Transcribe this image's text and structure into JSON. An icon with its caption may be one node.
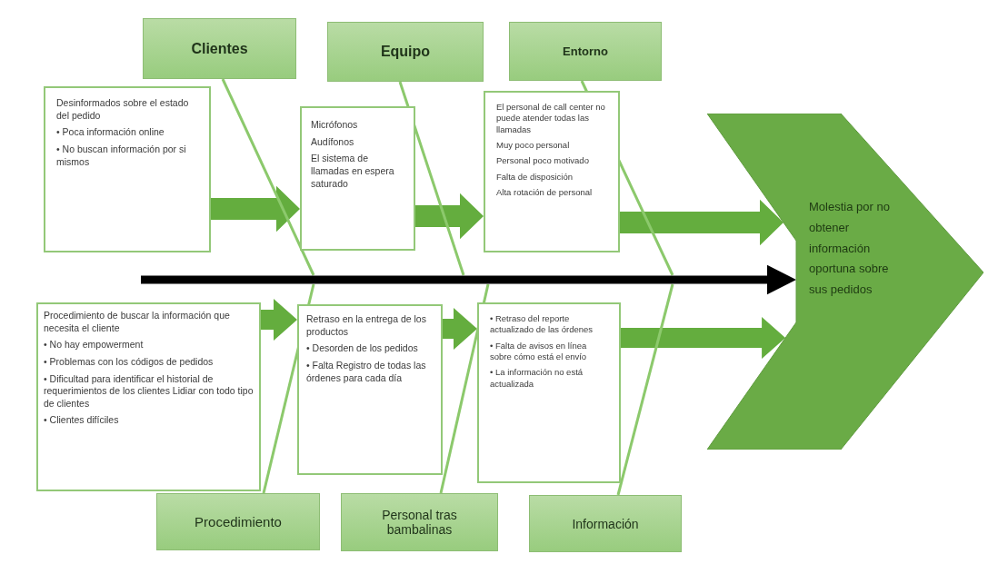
{
  "diagram": {
    "nodes": [
      {
        "text": [
          "Clientes"
        ]
      },
      {
        "text": [
          "Equipo"
        ]
      },
      {
        "text": [
          "Entorno"
        ]
      },
      {
        "text": [
          "Desinformados sobre el estado del pedido",
          "• Poca información online",
          "• No buscan información por si mismos"
        ]
      },
      {
        "text": [
          "Micrófonos",
          "Audífonos",
          "El sistema de llamadas en espera saturado"
        ]
      },
      {
        "text": [
          "El personal de call center no puede atender todas las llamadas",
          "Muy poco personal",
          "Personal poco motivado",
          "Falta de disposición",
          "Alta rotación de personal"
        ]
      },
      {
        "text": [
          "Molestia por no obtener información oportuna sobre sus pedidos"
        ]
      },
      {
        "text": [
          "Procedimiento de buscar la información que necesita el cliente",
          "• No hay empowerment",
          "• Problemas con los códigos de pedidos",
          "• Dificultad para identificar el historial de requerimientos de los clientes Lidiar con todo tipo de clientes",
          "• Clientes difíciles"
        ]
      },
      {
        "text": [
          "Retraso en la entrega de los productos",
          "• Desorden de los pedidos",
          "• Falta Registro de todas las órdenes para cada día"
        ]
      },
      {
        "text": [
          "• Retraso del reporte actualizado de las órdenes",
          "• Falta de avisos en línea sobre cómo está el envío",
          "• La información no está actualizada"
        ]
      },
      {
        "text": [
          "Procedimiento"
        ]
      },
      {
        "text": [
          "Personal tras bambalinas"
        ]
      },
      {
        "text": [
          "Información"
        ]
      }
    ],
    "edges": [
      {
        "from": 3,
        "to": 4,
        "arrow": "to"
      },
      {
        "from": 4,
        "to": 5,
        "arrow": "to"
      },
      {
        "from": 5,
        "to": 6,
        "arrow": "to"
      },
      {
        "from": 7,
        "to": 8,
        "arrow": "to"
      },
      {
        "from": 8,
        "to": 9,
        "arrow": "to"
      },
      {
        "from": 9,
        "to": 6,
        "arrow": "to"
      },
      {
        "from": 0,
        "to": null,
        "arrow": "none"
      },
      {
        "from": 1,
        "to": null,
        "arrow": "none"
      },
      {
        "from": 2,
        "to": null,
        "arrow": "none"
      },
      {
        "from": 10,
        "to": null,
        "arrow": "none"
      },
      {
        "from": 11,
        "to": null,
        "arrow": "none"
      },
      {
        "from": 12,
        "to": null,
        "arrow": "none"
      },
      {
        "from": null,
        "to": 6,
        "arrow": "to",
        "style": "thick",
        "color": "#000000"
      }
    ]
  }
}
